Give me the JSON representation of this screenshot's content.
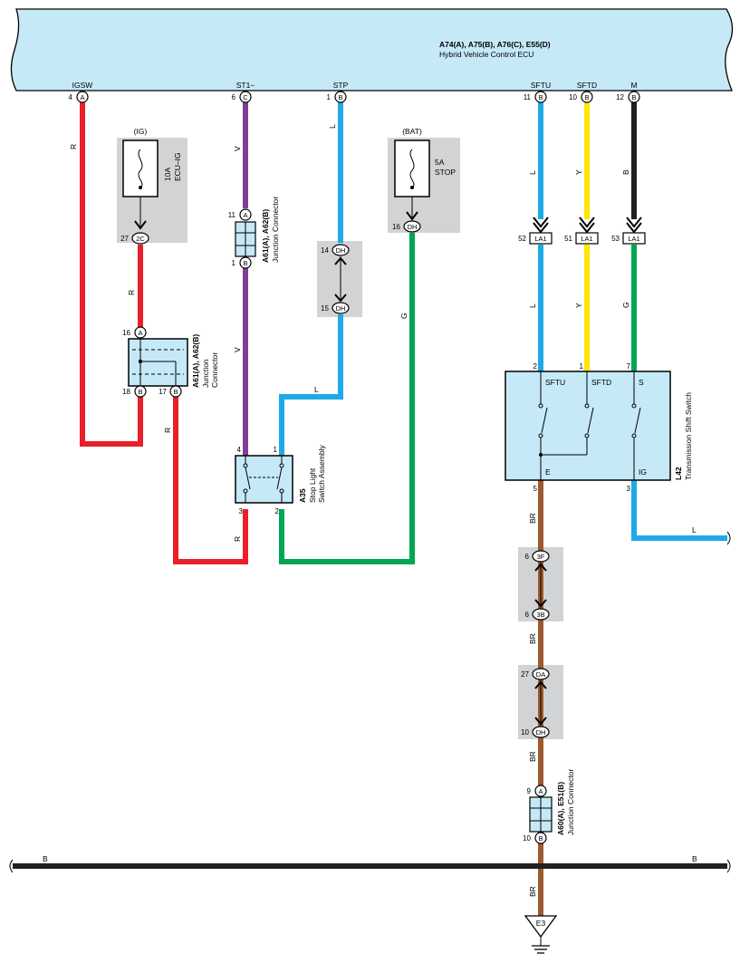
{
  "ecu": {
    "codes": "A74(A), A75(B), A76(C), E55(D)",
    "name": "Hybrid Vehicle Control ECU",
    "terminals": [
      {
        "name": "IGSW",
        "pin": "4",
        "conn": "A"
      },
      {
        "name": "ST1−",
        "pin": "6",
        "conn": "C"
      },
      {
        "name": "STP",
        "pin": "1",
        "conn": "B"
      },
      {
        "name": "SFTU",
        "pin": "11",
        "conn": "B"
      },
      {
        "name": "SFTD",
        "pin": "10",
        "conn": "B"
      },
      {
        "name": "M",
        "pin": "12",
        "conn": "B"
      }
    ]
  },
  "wire_colors": {
    "R": "#e8202a",
    "V": "#7f3f98",
    "L": "#1eaae7",
    "G": "#00a651",
    "Y": "#ffe600",
    "B": "#231f20",
    "BR": "#9c5a2e"
  },
  "fuse_ig": {
    "label": "(IG)",
    "rating": "10A",
    "name": "ECU–IG",
    "pin": "27",
    "conn": "2C"
  },
  "fuse_bat": {
    "label": "(BAT)",
    "rating": "5A",
    "name": "STOP",
    "pin": "16",
    "conn": "DH"
  },
  "jc_upper": {
    "code": "A61(A), A62(B)",
    "name": "Junction Connector",
    "pin_top": "11",
    "conn_top": "A",
    "pin_bot": "1",
    "conn_bot": "B"
  },
  "jc_lower": {
    "code": "A61(A), A62(B)",
    "name1": "Junction",
    "name2": "Connector",
    "pin_top": "16",
    "conn_top": "A",
    "pin_bl": "18",
    "conn_bl": "B",
    "pin_br": "17",
    "conn_br": "B"
  },
  "jc_bottom": {
    "code": "A60(A), E51(B)",
    "name": "Junction Connector",
    "pin_top": "9",
    "conn_top": "A",
    "pin_bot": "10",
    "conn_bot": "B"
  },
  "stop_switch": {
    "code": "A35",
    "name1": "Stop Light",
    "name2": "Switch Assembly",
    "pin4": "4",
    "pin1": "1",
    "pin3": "3",
    "pin2": "2"
  },
  "shift_switch": {
    "code": "L42",
    "name": "Transmission Shift Switch",
    "t_sftu": "SFTU",
    "t_sftd": "SFTD",
    "t_s": "S",
    "t_e": "E",
    "t_ig": "IG",
    "pin_sftu": "2",
    "pin_sftd": "1",
    "pin_s": "7",
    "pin_e": "5",
    "pin_ig": "3"
  },
  "dh_pair": {
    "pin_top": "14",
    "conn_top": "DH",
    "pin_bot": "15",
    "conn_bot": "DH"
  },
  "la1": [
    {
      "pin": "52",
      "conn": "LA1"
    },
    {
      "pin": "51",
      "conn": "LA1"
    },
    {
      "pin": "53",
      "conn": "LA1"
    }
  ],
  "br_pair1": {
    "pin_top": "6",
    "conn_top": "3F",
    "pin_bot": "6",
    "conn_bot": "3B"
  },
  "br_pair2": {
    "pin_top": "27",
    "conn_top": "DA",
    "pin_bot": "10",
    "conn_bot": "DH"
  },
  "ground": {
    "code": "E3"
  },
  "bus": {
    "left": "B",
    "right": "B"
  },
  "wire_labels": {
    "igsw_r": "R",
    "r_mid": "R",
    "r_low": "R",
    "r_bot": "R",
    "v_top": "V",
    "v_mid": "V",
    "l_stp": "L",
    "l_cross": "L",
    "g_stop": "G",
    "l_sftu1": "L",
    "y_sftd1": "Y",
    "b_m": "B",
    "l_sftu2": "L",
    "y_sftd2": "Y",
    "g_m": "G",
    "br1": "BR",
    "br2": "BR",
    "br3": "BR",
    "br4": "BR",
    "l_ig": "L"
  }
}
